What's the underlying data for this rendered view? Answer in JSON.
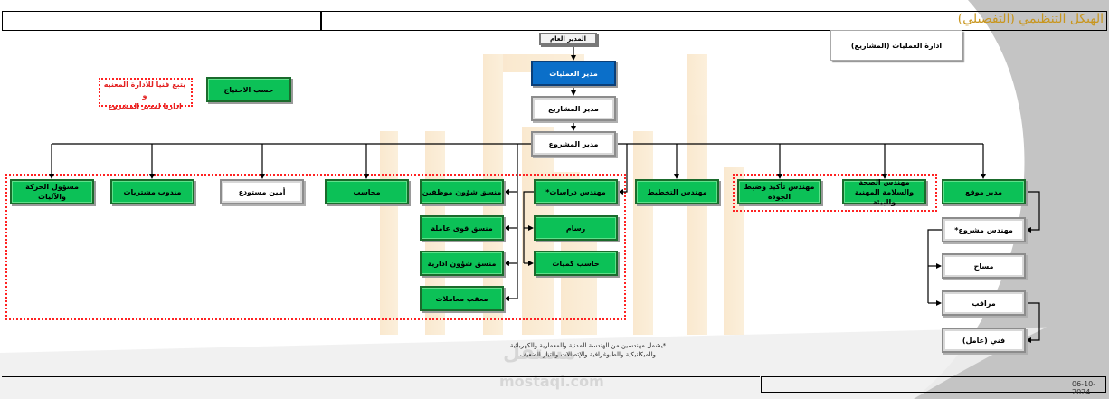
{
  "header": {
    "title": "الهيكل التنظيمي (التفصيلي)"
  },
  "department_label": "ادارة العمليات (المشاريع)",
  "hierarchy": {
    "general_manager": "المدير العام",
    "operations_manager": "مدير العمليات",
    "projects_manager": "مدير المشاريع",
    "project_manager": "مدير المشروع"
  },
  "as_needed_box": "حسب الاحتياج",
  "red_note": {
    "line1": "يتبع فنيا للادارة المعنيه و",
    "line2": "اداريا لمدير المشروع"
  },
  "left_group": {
    "movement_officer": "مسؤول الحركة والآليات",
    "purchasing_rep": "مندوب مشتريات",
    "storekeeper": "أمين مستودع",
    "accountant": "محاسب"
  },
  "coordinators": [
    "منسق شؤون موظفين",
    "منسق قوى عاملة",
    "منسق شؤون ادارية",
    "معقب معاملات"
  ],
  "studies": {
    "head": "مهندس دراسات*",
    "children": [
      "رسام",
      "حاسب كميات"
    ]
  },
  "planning_engineer": "مهندس التخطيط",
  "qa_engineer": "مهندس تأكيد وضبط الجودة",
  "hse_engineer": "مهندس الصحة والسلامة المهنية والبيئة",
  "site": {
    "site_manager": "مدير موقع",
    "project_engineer": "مهندس مشروع*",
    "surveyor": "مساح",
    "supervisor": "مراقب",
    "technician": "فني (عامل)"
  },
  "footnote": {
    "line1": "*يشمل مهندسين من الهندسة المدنية والمعمارية والكهربائية",
    "line2": "والميكانيكية والطبوغرافية والإتصالات والتيار الضعيف"
  },
  "watermark": {
    "arabic": "مستقل",
    "latin": "mostaqi.com"
  },
  "footer": {
    "date": "06-10-2024"
  },
  "colors": {
    "green_box": "#0cc157",
    "blue_box": "#0b6fc9",
    "title": "#c8961f",
    "dotted_border": "#ff2222"
  }
}
